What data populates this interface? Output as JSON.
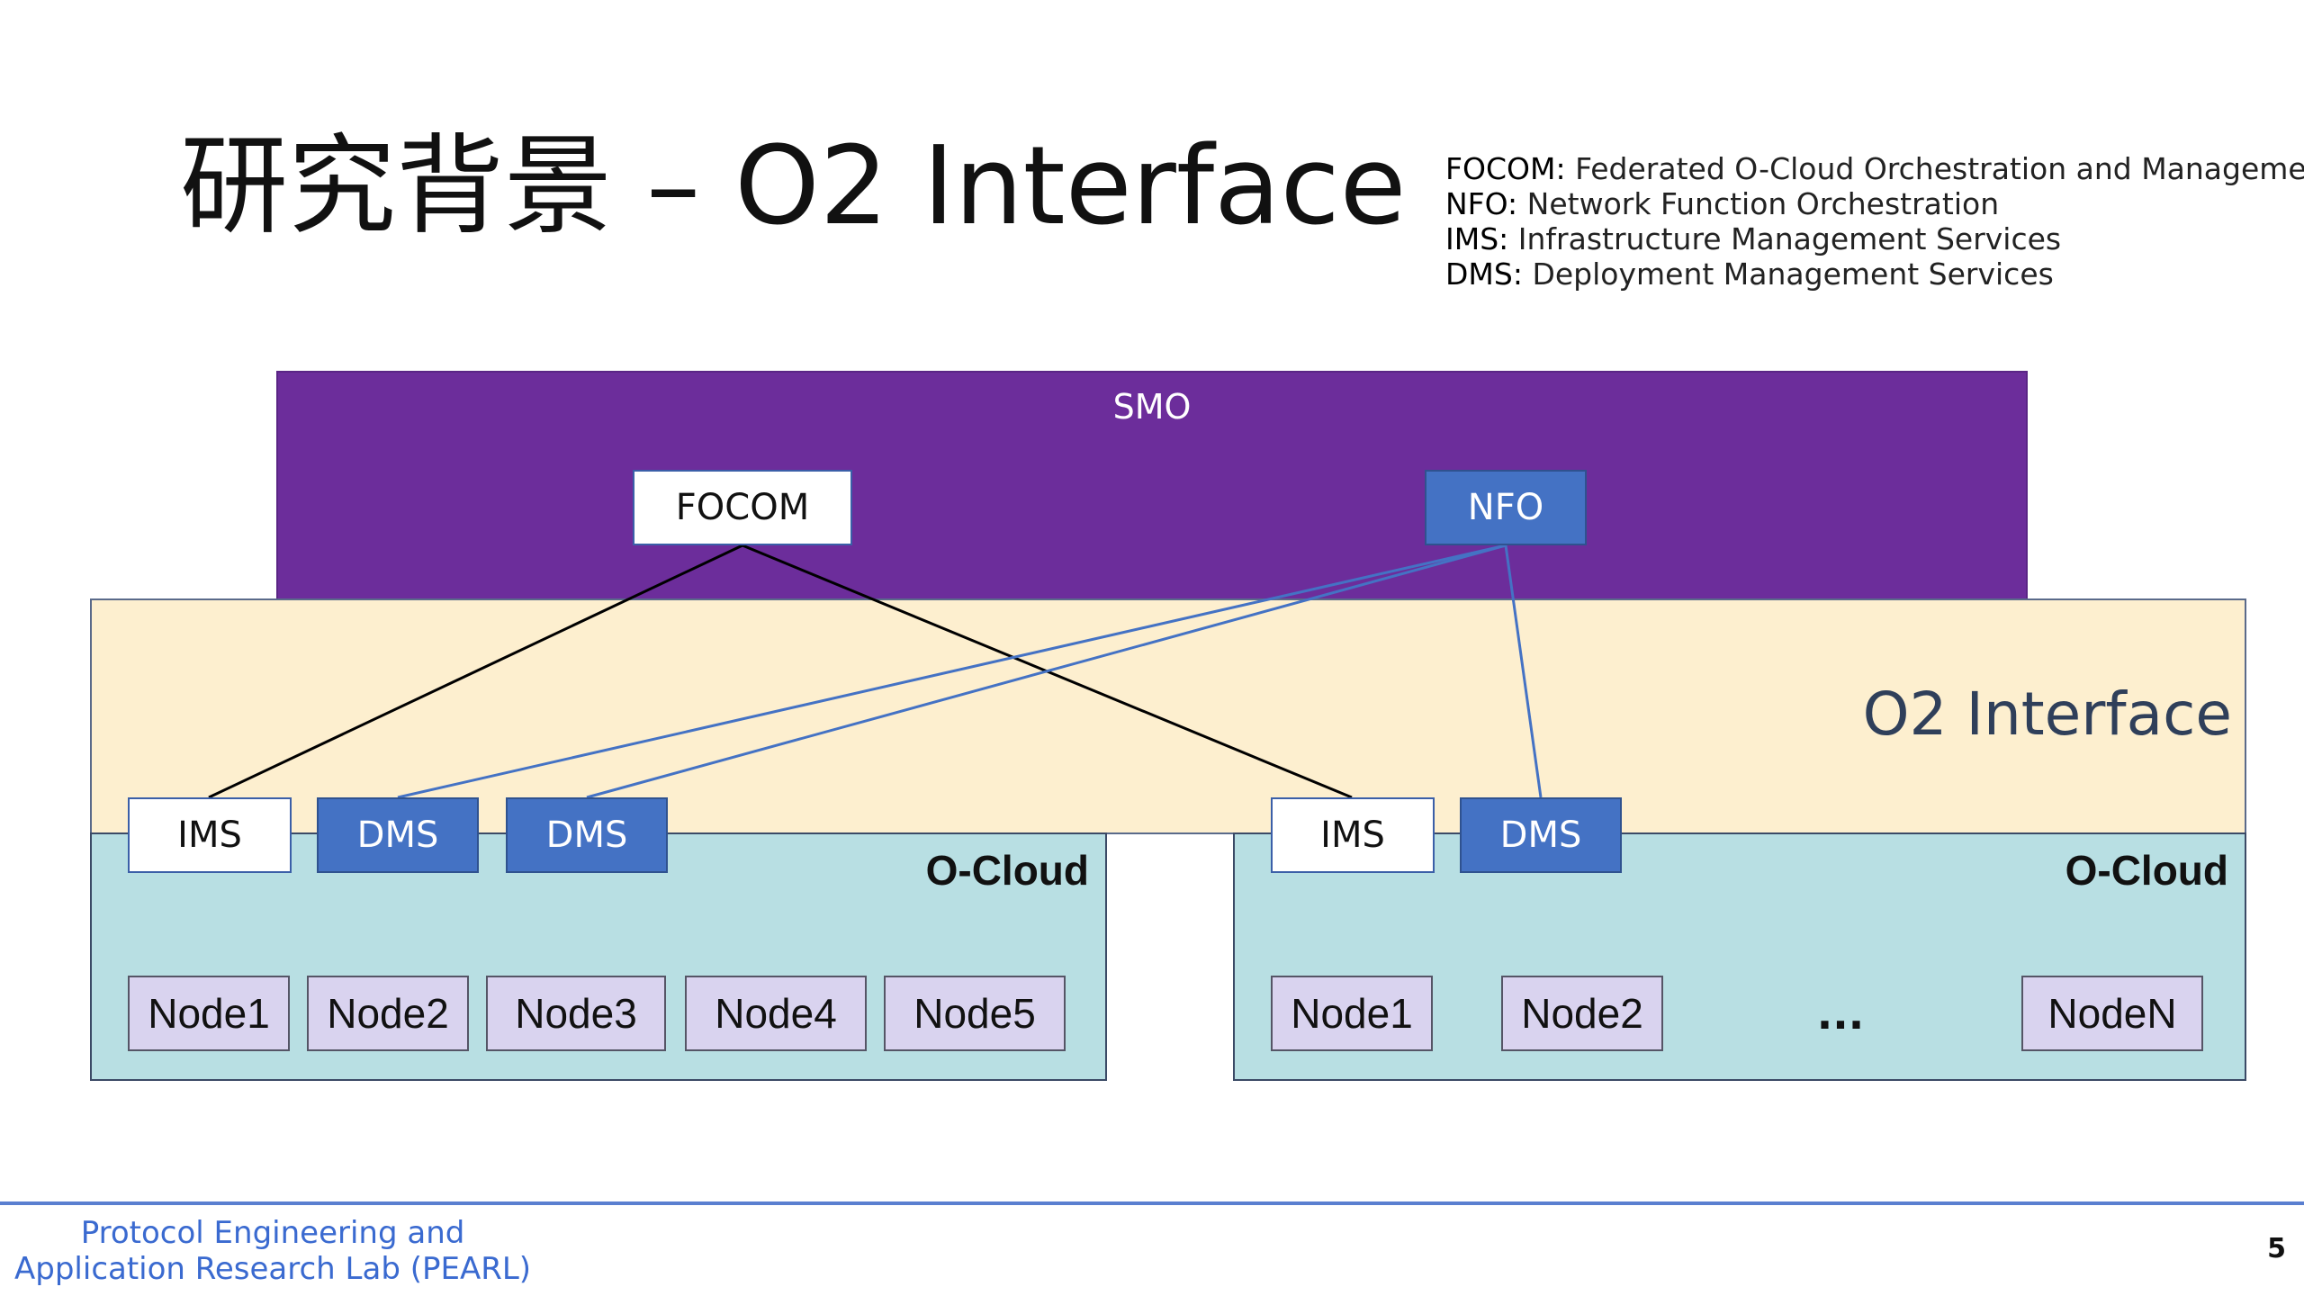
{
  "slide": {
    "title": "研究背景 – O2 Interface",
    "page_number": "5"
  },
  "glossary": [
    {
      "term": "FOCOM:",
      "definition": " Federated O-Cloud Orchestration and Management"
    },
    {
      "term": "NFO:",
      "definition": " Network Function Orchestration"
    },
    {
      "term": "IMS:",
      "definition": " Infrastructure Management Services"
    },
    {
      "term": "DMS:",
      "definition": " Deployment Management Services"
    }
  ],
  "diagram": {
    "smo_label": "SMO",
    "focom_label": "FOCOM",
    "nfo_label": "NFO",
    "o2_label": "O2 Interface",
    "left_cloud": {
      "label": "O-Cloud",
      "services": [
        "IMS",
        "DMS",
        "DMS"
      ],
      "nodes": [
        "Node1",
        "Node2",
        "Node3",
        "Node4",
        "Node5"
      ]
    },
    "right_cloud": {
      "label": "O-Cloud",
      "services": [
        "IMS",
        "DMS"
      ],
      "nodes": [
        "Node1",
        "Node2",
        "NodeN"
      ],
      "ellipsis": "..."
    }
  },
  "footer": {
    "lab_name": "Protocol Engineering and\nApplication Research Lab (PEARL)"
  },
  "colors": {
    "smo": "#6c2d9b",
    "o2_band": "#fdefcf",
    "cloud": "#b8dfe3",
    "blue_box": "#4472c4",
    "node": "#d9d3ef",
    "focom_link": "#000000",
    "nfo_link": "#4472c4",
    "footer_accent": "#3a6ad0"
  }
}
